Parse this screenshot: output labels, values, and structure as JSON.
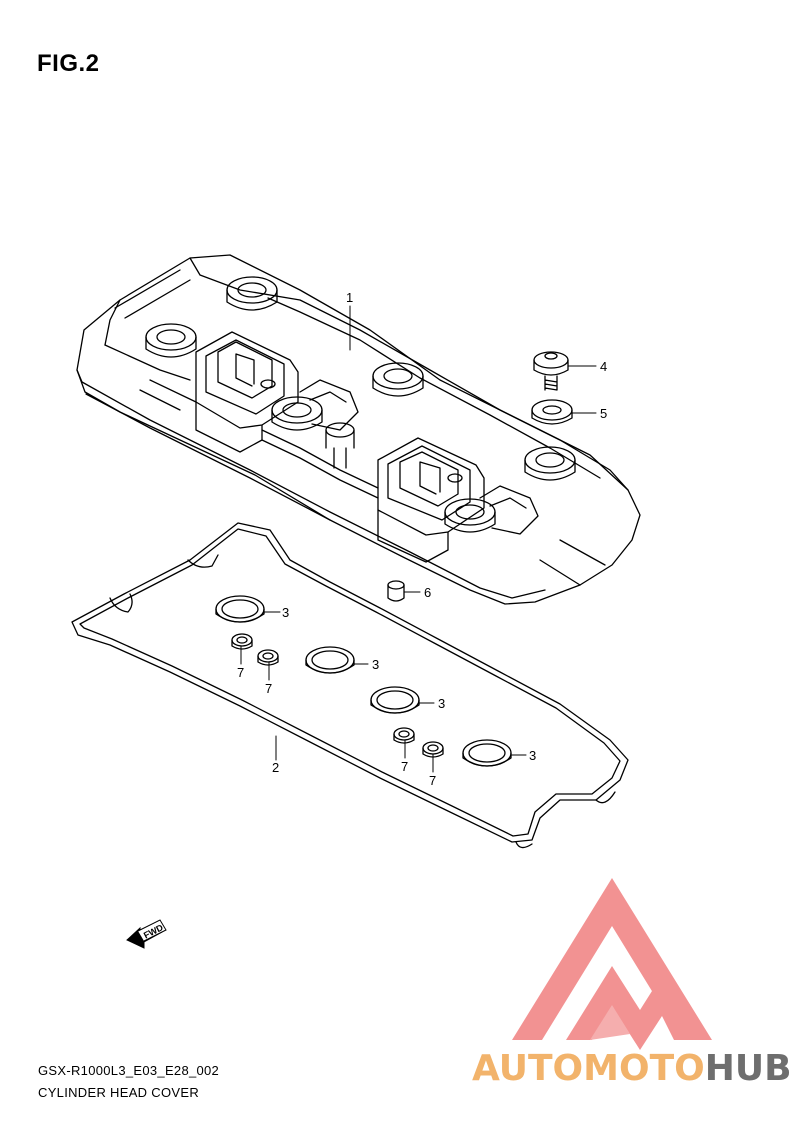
{
  "figure": {
    "title": "FIG.2"
  },
  "callouts": [
    "1",
    "2",
    "3",
    "3",
    "3",
    "3",
    "4",
    "5",
    "6",
    "7",
    "7",
    "7",
    "7"
  ],
  "direction_marker": {
    "label": "FWD"
  },
  "footer": {
    "code": "GSX-R1000L3_E03_E28_002",
    "name": "CYLINDER HEAD COVER"
  },
  "watermark": {
    "text_part1": "AUTOMOTO",
    "text_part2": "HUB",
    "colors": {
      "logo": "#f08080",
      "text1": "#f2b36b",
      "text2": "#6e6e6e"
    }
  }
}
